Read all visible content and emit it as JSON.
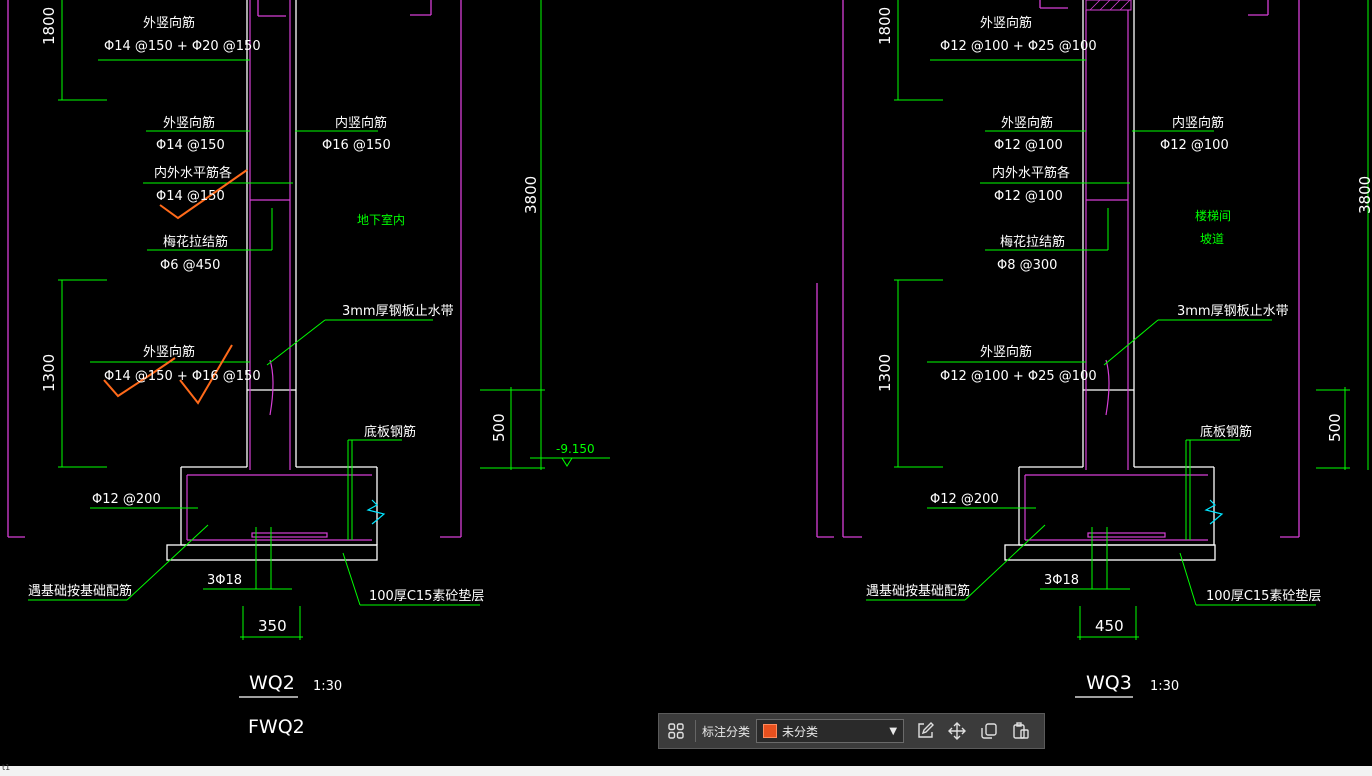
{
  "drawing": {
    "left": {
      "dim_top": "1800",
      "ext_top_label": "外竖向筋",
      "ext_top_value": "Φ14 @150 + Φ20 @150",
      "ext_mid_label": "外竖向筋",
      "ext_mid_value": "Φ14 @150",
      "horiz_label": "内外水平筋各",
      "horiz_value": "Φ14 @150",
      "tie_label": "梅花拉结筋",
      "tie_value": "Φ6 @450",
      "inner_label": "内竖向筋",
      "inner_value": "Φ16 @150",
      "room_label": "地下室内",
      "waterstop": "3mm厚钢板止水带",
      "dim_mid": "1300",
      "ext_bot_label": "外竖向筋",
      "ext_bot_value": "Φ14 @150 + Φ16 @150",
      "base_rebar": "底板钢筋",
      "side_rebar": "Φ12 @200",
      "foundation_note": "遇基础按基础配筋",
      "bottom_bars": "3Φ18",
      "cushion": "100厚C15素砼垫层",
      "width_dim": "350",
      "title": "WQ2",
      "scale": "1:30",
      "subtitle": "FWQ2"
    },
    "middle": {
      "height_dim": "3800",
      "dim_500": "500",
      "elevation": "-9.150"
    },
    "right": {
      "dim_top": "1800",
      "ext_top_label": "外竖向筋",
      "ext_top_value": "Φ12 @100 + Φ25 @100",
      "ext_mid_label": "外竖向筋",
      "ext_mid_value": "Φ12 @100",
      "horiz_label": "内外水平筋各",
      "horiz_value": "Φ12 @100",
      "tie_label": "梅花拉结筋",
      "tie_value": "Φ8 @300",
      "inner_label": "内竖向筋",
      "inner_value": "Φ12 @100",
      "room_label_1": "楼梯间",
      "room_label_2": "坡道",
      "waterstop": "3mm厚钢板止水带",
      "dim_mid": "1300",
      "ext_bot_label": "外竖向筋",
      "ext_bot_value": "Φ12 @100 + Φ25 @100",
      "base_rebar": "底板钢筋",
      "side_rebar": "Φ12 @200",
      "foundation_note": "遇基础按基础配筋",
      "bottom_bars": "3Φ18",
      "cushion": "100厚C15素砼垫层",
      "width_dim": "450",
      "title": "WQ3",
      "scale": "1:30",
      "edge_dim_3800": "3800",
      "edge_dim_500": "500"
    },
    "corner_text": "t1"
  },
  "toolbar": {
    "grid_icon": "grid-icon",
    "category_label": "标注分类",
    "category_value": "未分类",
    "category_color": "#e8511f",
    "edit_icon": "edit-icon",
    "move_icon": "move-icon",
    "copy_icon": "copy-icon",
    "paste_icon": "paste-icon"
  }
}
